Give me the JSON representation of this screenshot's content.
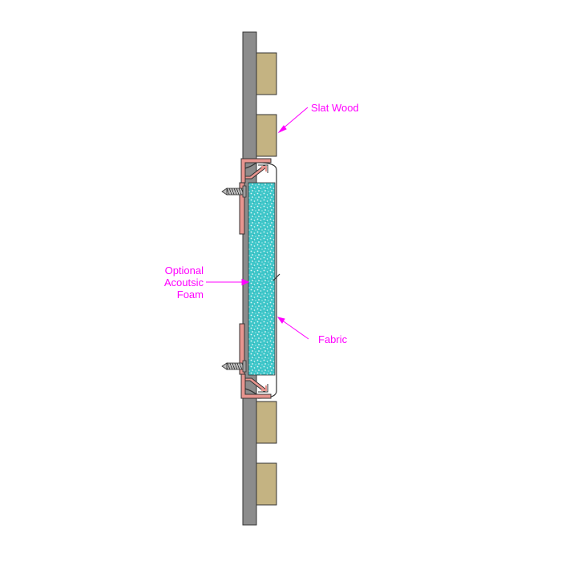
{
  "labels": {
    "slat_wood": "Slat Wood",
    "foam": [
      "Optional",
      "Acoutsic",
      "Foam"
    ],
    "fabric": "Fabric"
  },
  "components": [
    {
      "id": "wall-stud",
      "name": "wall-stud"
    },
    {
      "id": "slat-wood",
      "name": "slat-wood"
    },
    {
      "id": "aluminum-frame-track",
      "name": "aluminum-frame-track"
    },
    {
      "id": "acoustic-foam",
      "name": "acoustic-foam"
    },
    {
      "id": "fabric",
      "name": "fabric"
    },
    {
      "id": "screw",
      "name": "screw"
    }
  ],
  "colors": {
    "annotation": "#ff00ff",
    "wall": "#8c8c8c",
    "wood": "#c4b382",
    "frame": "#e8958f",
    "foam": "#3ec6c9",
    "outline": "#333333"
  }
}
